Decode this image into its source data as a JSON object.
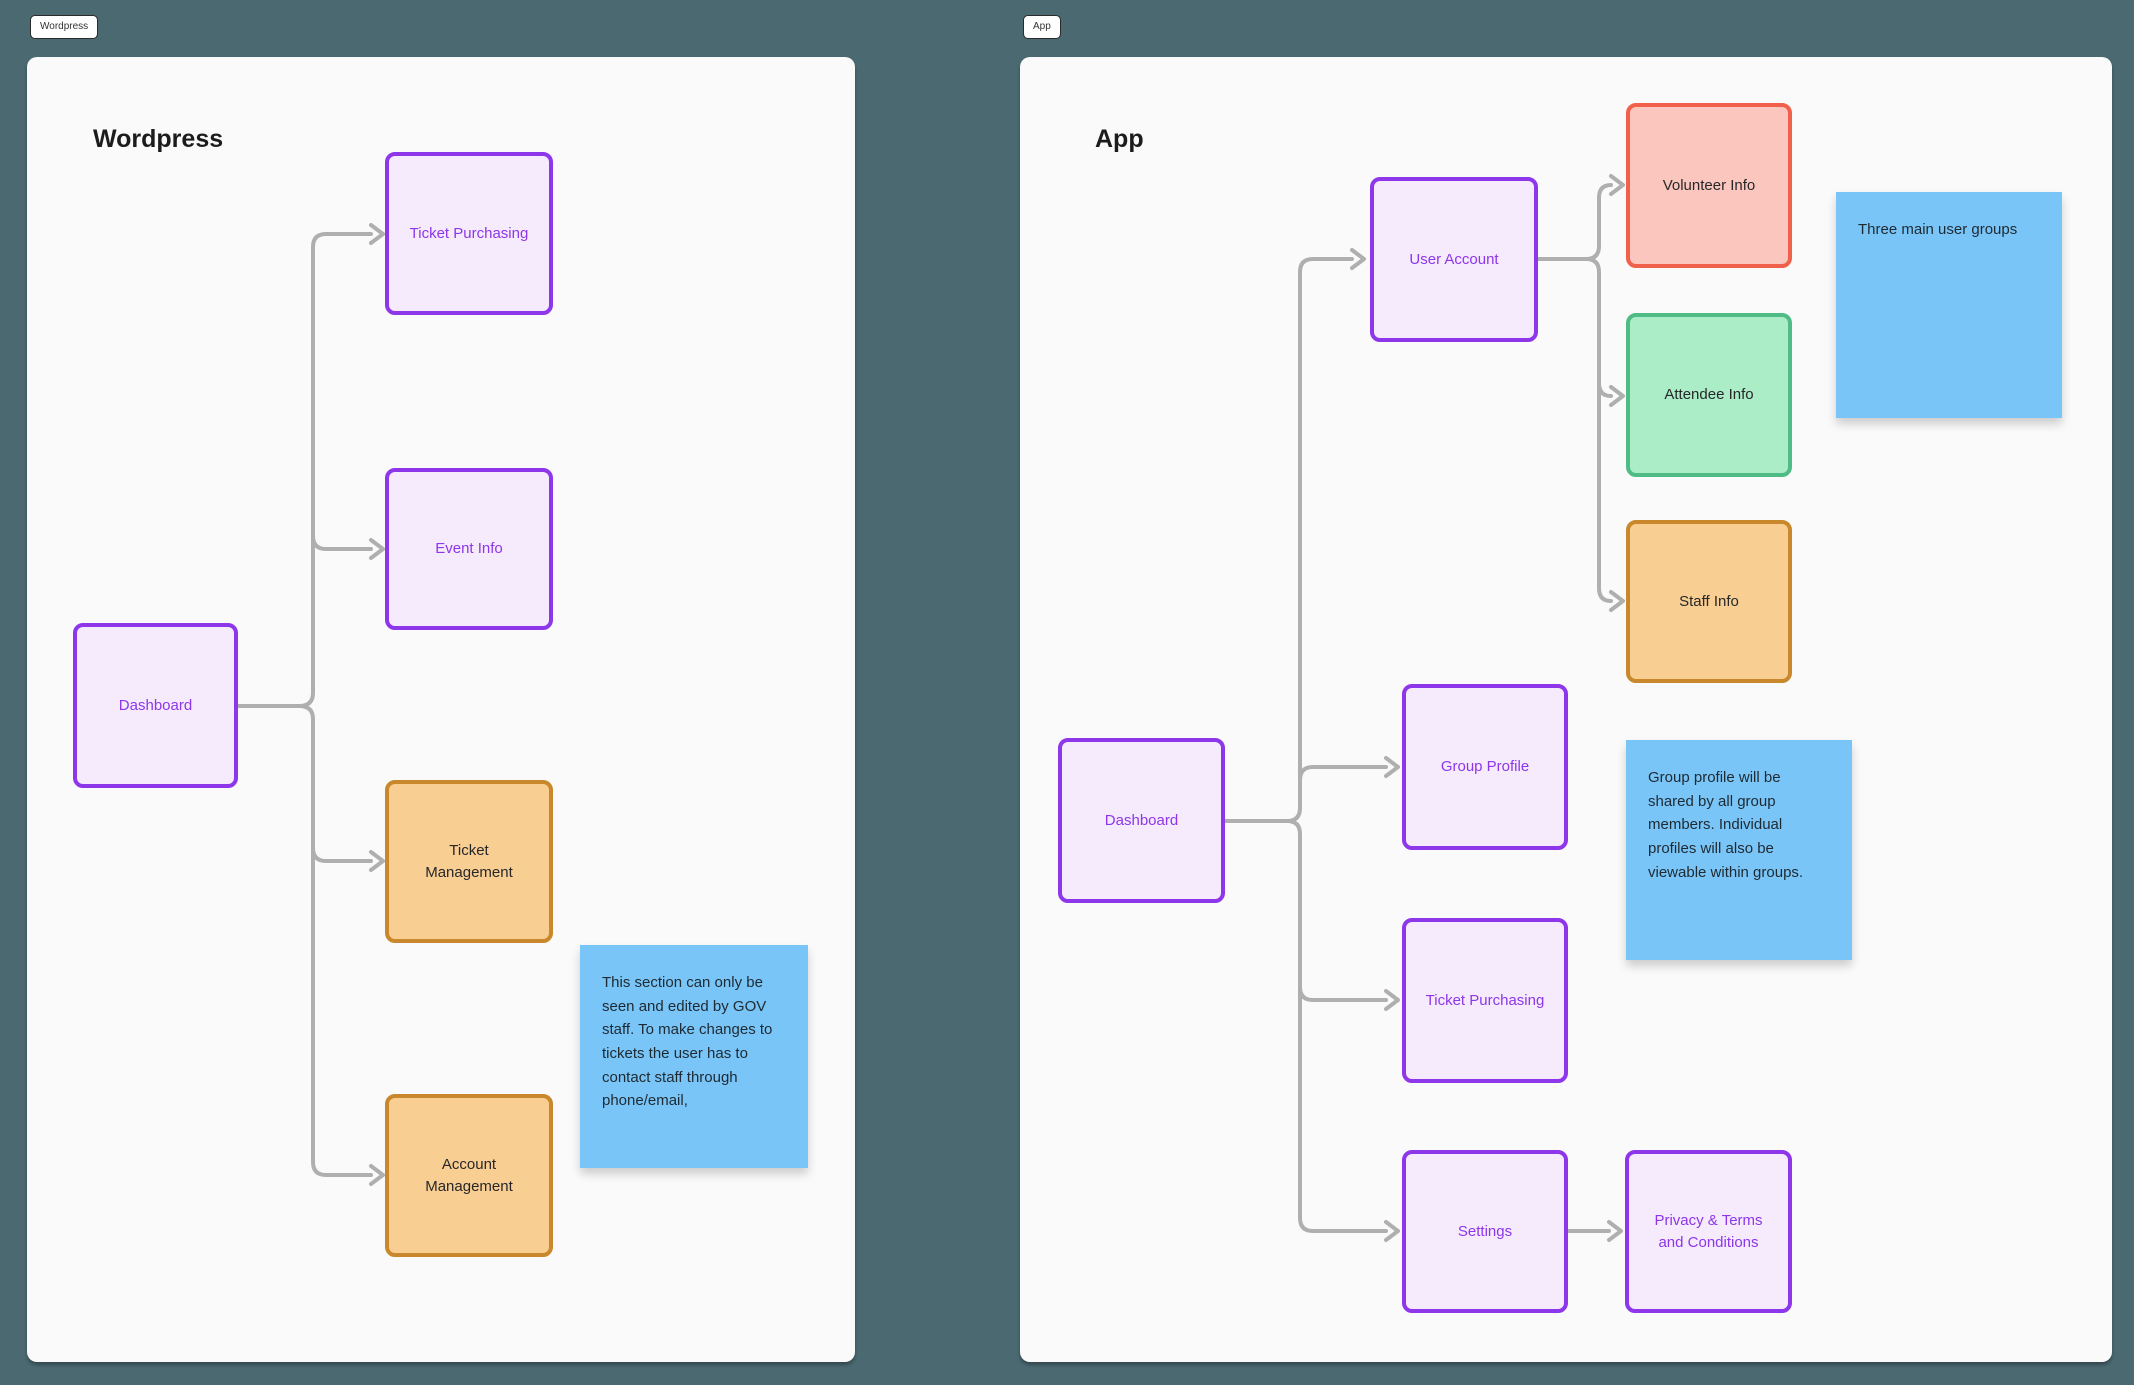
{
  "colors": {
    "background": "#4B6971",
    "frame_fill": "#FAFAFA",
    "connector": "#AFAFAF",
    "purple_fill": "#F5EBFC",
    "purple_border": "#8D36EA",
    "purple_text": "#8D36EA",
    "orange_fill": "#F8CE92",
    "orange_border": "#C8882B",
    "red_fill": "#FBC6BD",
    "red_border": "#F0604B",
    "green_fill": "#ABEDC6",
    "green_border": "#4FBC86",
    "sticky_fill": "#7AC5F7",
    "dark_text": "#27272A"
  },
  "wp": {
    "tab_label": "Wordpress",
    "title": "Wordpress",
    "nodes": {
      "ticket_purchasing": {
        "label": "Ticket Purchasing"
      },
      "event_info": {
        "label": "Event Info"
      },
      "dashboard": {
        "label": "Dashboard"
      },
      "ticket_management": {
        "label": "Ticket Management"
      },
      "account_management": {
        "label": "Account Management"
      }
    },
    "sticky_note": {
      "text": "This section can only be seen and edited by GOV staff. To make changes to tickets the user has to contact staff through phone/email,"
    }
  },
  "app": {
    "tab_label": "App",
    "title": "App",
    "nodes": {
      "user_account": {
        "label": "User Account"
      },
      "volunteer_info": {
        "label": "Volunteer Info"
      },
      "attendee_info": {
        "label": "Attendee Info"
      },
      "staff_info": {
        "label": "Staff Info"
      },
      "dashboard": {
        "label": "Dashboard"
      },
      "group_profile": {
        "label": "Group Profile"
      },
      "ticket_purchasing": {
        "label": "Ticket Purchasing"
      },
      "settings": {
        "label": "Settings"
      },
      "privacy_terms": {
        "label": "Privacy & Terms and Conditions"
      }
    },
    "sticky_notes": {
      "user_groups": {
        "text": "Three main user groups"
      },
      "group_profile": {
        "text": "Group profile will be shared by all group members. Individual profiles will also be viewable within groups."
      }
    }
  }
}
